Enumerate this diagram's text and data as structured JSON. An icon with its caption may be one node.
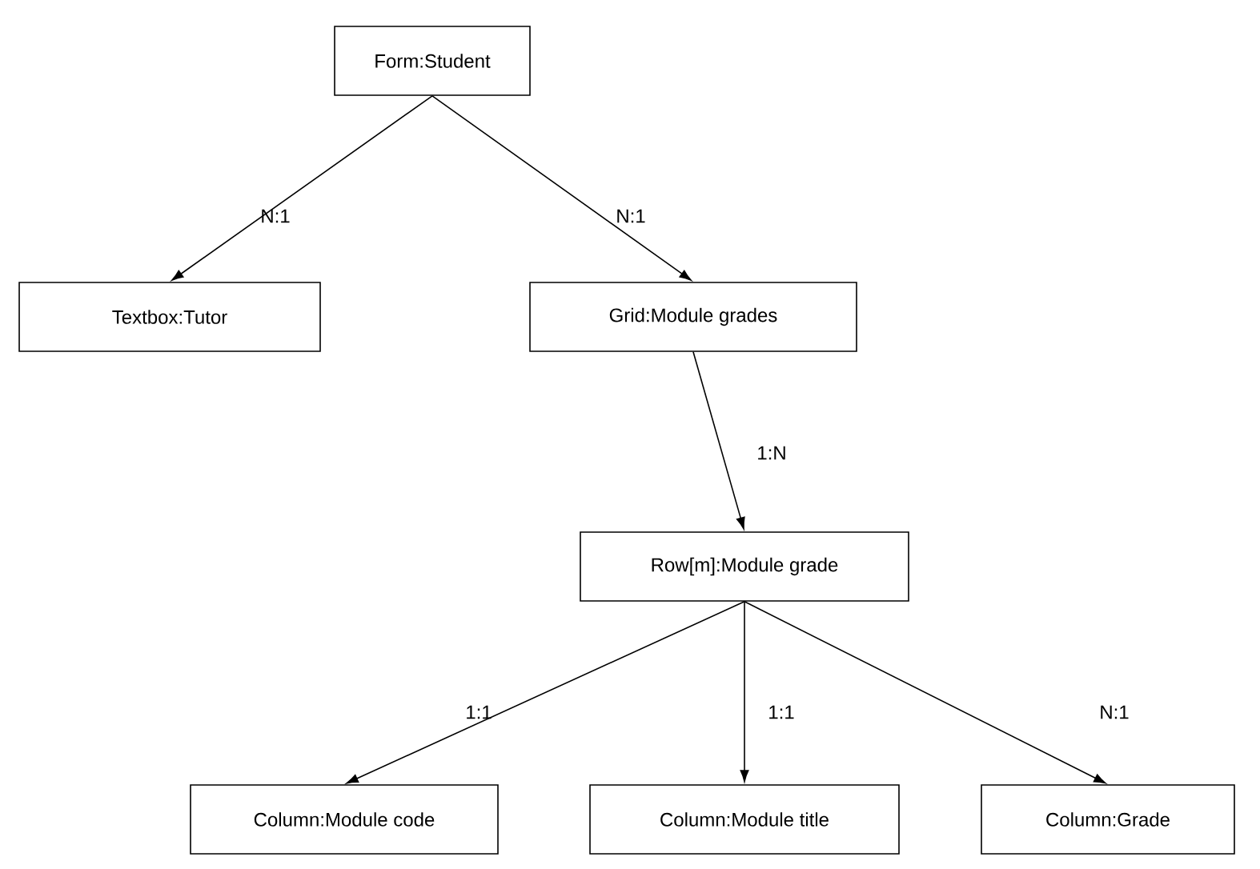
{
  "diagram": {
    "nodes": [
      {
        "text": [
          "Form:Student"
        ]
      },
      {
        "text": [
          "Textbox:Tutor"
        ]
      },
      {
        "text": [
          "Grid:Module grades"
        ]
      },
      {
        "text": [
          "Row[m]:Module grade"
        ]
      },
      {
        "text": [
          "Column:Module code"
        ]
      },
      {
        "text": [
          "Column:Module title"
        ]
      },
      {
        "text": [
          "Column:Grade"
        ]
      }
    ],
    "edges": [
      {
        "from": 0,
        "to": 1,
        "arrow": "to",
        "label": "N:1"
      },
      {
        "from": 0,
        "to": 2,
        "arrow": "to",
        "label": "N:1"
      },
      {
        "from": 2,
        "to": 3,
        "arrow": "to",
        "label": "1:N"
      },
      {
        "from": 3,
        "to": 4,
        "arrow": "to",
        "label": "1:1"
      },
      {
        "from": 3,
        "to": 5,
        "arrow": "to",
        "label": "1:1"
      },
      {
        "from": 3,
        "to": 6,
        "arrow": "to",
        "label": "N:1"
      }
    ]
  }
}
